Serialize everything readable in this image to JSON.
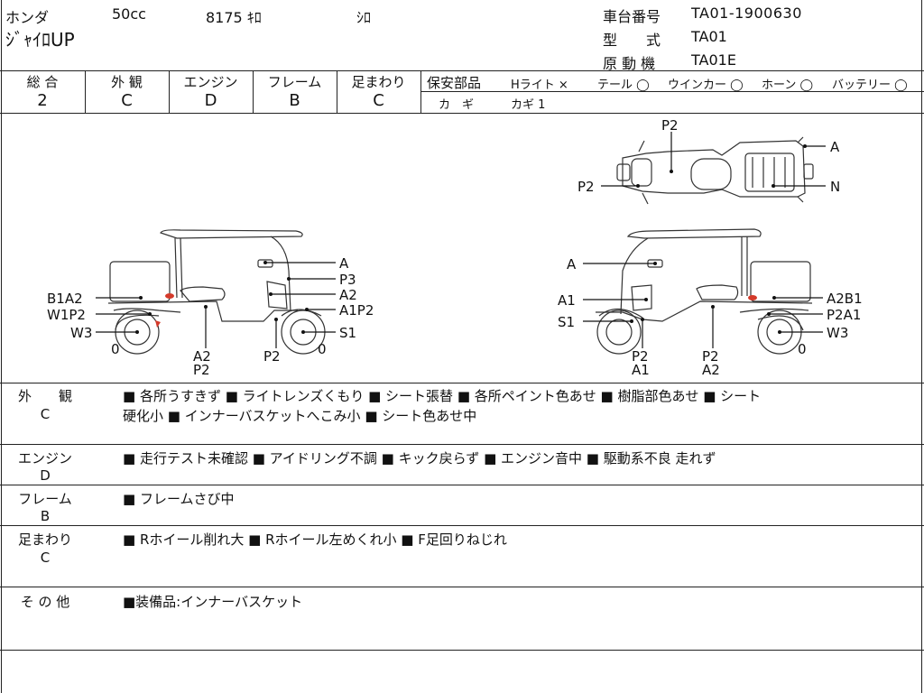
{
  "header": {
    "maker": "ホンダ",
    "displacement": "50cc",
    "mileage": "8175 ｷﾛ",
    "color": "ｼﾛ",
    "model_name": "ｼﾞｬｲﾛUP",
    "frame_no_label": "車台番号",
    "frame_no": "TA01-1900630",
    "model_label": "型　　式",
    "model_code": "TA01",
    "engine_label": "原 動 機",
    "engine_code": "TA01E"
  },
  "grades": {
    "items": [
      {
        "label": "総 合",
        "value": "2"
      },
      {
        "label": "外 観",
        "value": "C"
      },
      {
        "label": "エンジン",
        "value": "D"
      },
      {
        "label": "フレーム",
        "value": "B"
      },
      {
        "label": "足まわり",
        "value": "C"
      }
    ]
  },
  "safety": {
    "title": "保安部品",
    "headlight": "Hライト ×",
    "tail": "テール ◯",
    "winker": "ウインカー ◯",
    "horn": "ホーン ◯",
    "battery": "バッテリー ◯",
    "key_label": "カ　ギ",
    "key_value": "カギ 1"
  },
  "diagram": {
    "top_labels": {
      "p2_top": "P2",
      "a_right": "A",
      "p2_left": "P2",
      "n_right": "N"
    },
    "left_labels": {
      "a": "A",
      "p3": "P3",
      "a2": "A2",
      "a1p2": "A1P2",
      "s1": "S1",
      "zero_r": "0",
      "b1a2": "B1A2",
      "w1p2": "W1P2",
      "w3": "W3",
      "zero_l": "0",
      "a2_bottom": "A2",
      "p2_bottom": "P2",
      "p2_mid": "P2"
    },
    "right_labels": {
      "a": "A",
      "a1": "A1",
      "s1": "S1",
      "a2b1": "A2B1",
      "p2a1": "P2A1",
      "w3": "W3",
      "zero": "0",
      "p2_l": "P2",
      "a1_bottom": "A1",
      "p2_r": "P2",
      "a2_bottom": "A2"
    }
  },
  "remarks": [
    {
      "label": "外　　観",
      "grade": "C",
      "line1": "■ 各所うすきず ■ ライトレンズくもり ■ シート張替 ■ 各所ペイント色あせ ■ 樹脂部色あせ ■ シート",
      "line2": "硬化小 ■ インナーバスケットへこみ小 ■ シート色あせ中"
    },
    {
      "label": "エンジン",
      "grade": "D",
      "line1": "■ 走行テスト未確認 ■ アイドリング不調 ■ キック戻らず ■ エンジン音中 ■ 駆動系不良 走れず",
      "line2": ""
    },
    {
      "label": "フレーム",
      "grade": "B",
      "line1": "■ フレームさび中",
      "line2": ""
    },
    {
      "label": "足まわり",
      "grade": "C",
      "line1": "■ Rホイール削れ大 ■ Rホイール左めくれ小 ■ F足回りねじれ",
      "line2": ""
    },
    {
      "label": "そ の 他",
      "grade": "",
      "line1": "■装備品:インナーバスケット",
      "line2": ""
    }
  ]
}
